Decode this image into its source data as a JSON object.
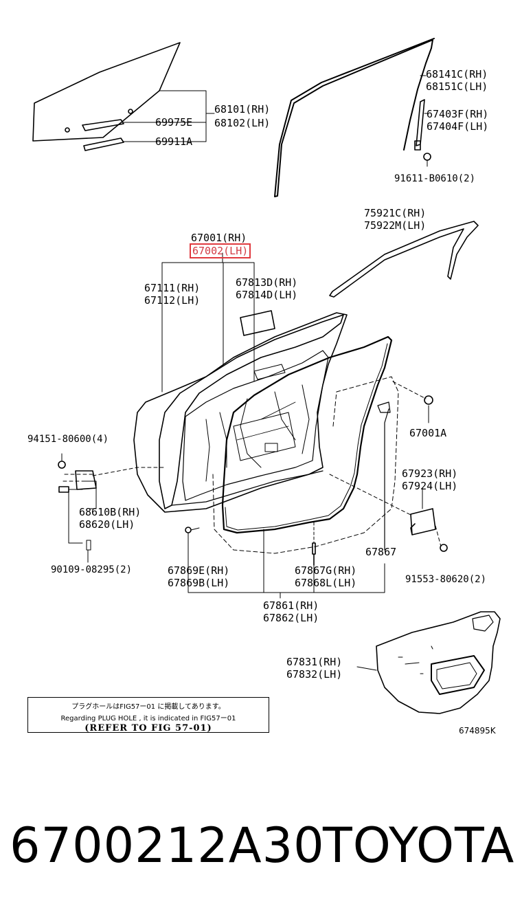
{
  "labels": {
    "l68101": "68101(RH)",
    "l68102": "68102(LH)",
    "l69975": "69975E",
    "l69911": "69911A",
    "l68141": "68141C(RH)",
    "l68151": "68151C(LH)",
    "l67403": "67403F(RH)",
    "l67404": "67404F(LH)",
    "l91611": "91611-B0610(2)",
    "l75921": "75921C(RH)",
    "l75922": "75922M(LH)",
    "l67001": "67001(RH)",
    "l67002": "67002(LH)",
    "l67111": "67111(RH)",
    "l67112": "67112(LH)",
    "l67813": "67813D(RH)",
    "l67814": "67814D(LH)",
    "l94151": "94151-80600(4)",
    "l67001a": "67001A",
    "l67923": "67923(RH)",
    "l67924": "67924(LH)",
    "l68610": "68610B(RH)",
    "l68620": "68620(LH)",
    "l90109": "90109-08295(2)",
    "l67867": "67867",
    "l67869e": "67869E(RH)",
    "l67869b": "67869B(LH)",
    "l67867g": "67867G(RH)",
    "l67868": "67868L(LH)",
    "l91553": "91553-80620(2)",
    "l67861": "67861(RH)",
    "l67862": "67862(LH)",
    "l67831": "67831(RH)",
    "l67832": "67832(LH)"
  },
  "notice": {
    "jp": "プラグホールはFIG57ー01 に掲載してあります。",
    "en": "Regarding PLUG HOLE , it is indicated in FIG57ー01",
    "refer": "(REFER TO FIG 57-01)"
  },
  "figure_number": "674895K",
  "part_number": "6700212A30",
  "brand": "TOYOTA",
  "highlight_color": "#e0393e"
}
